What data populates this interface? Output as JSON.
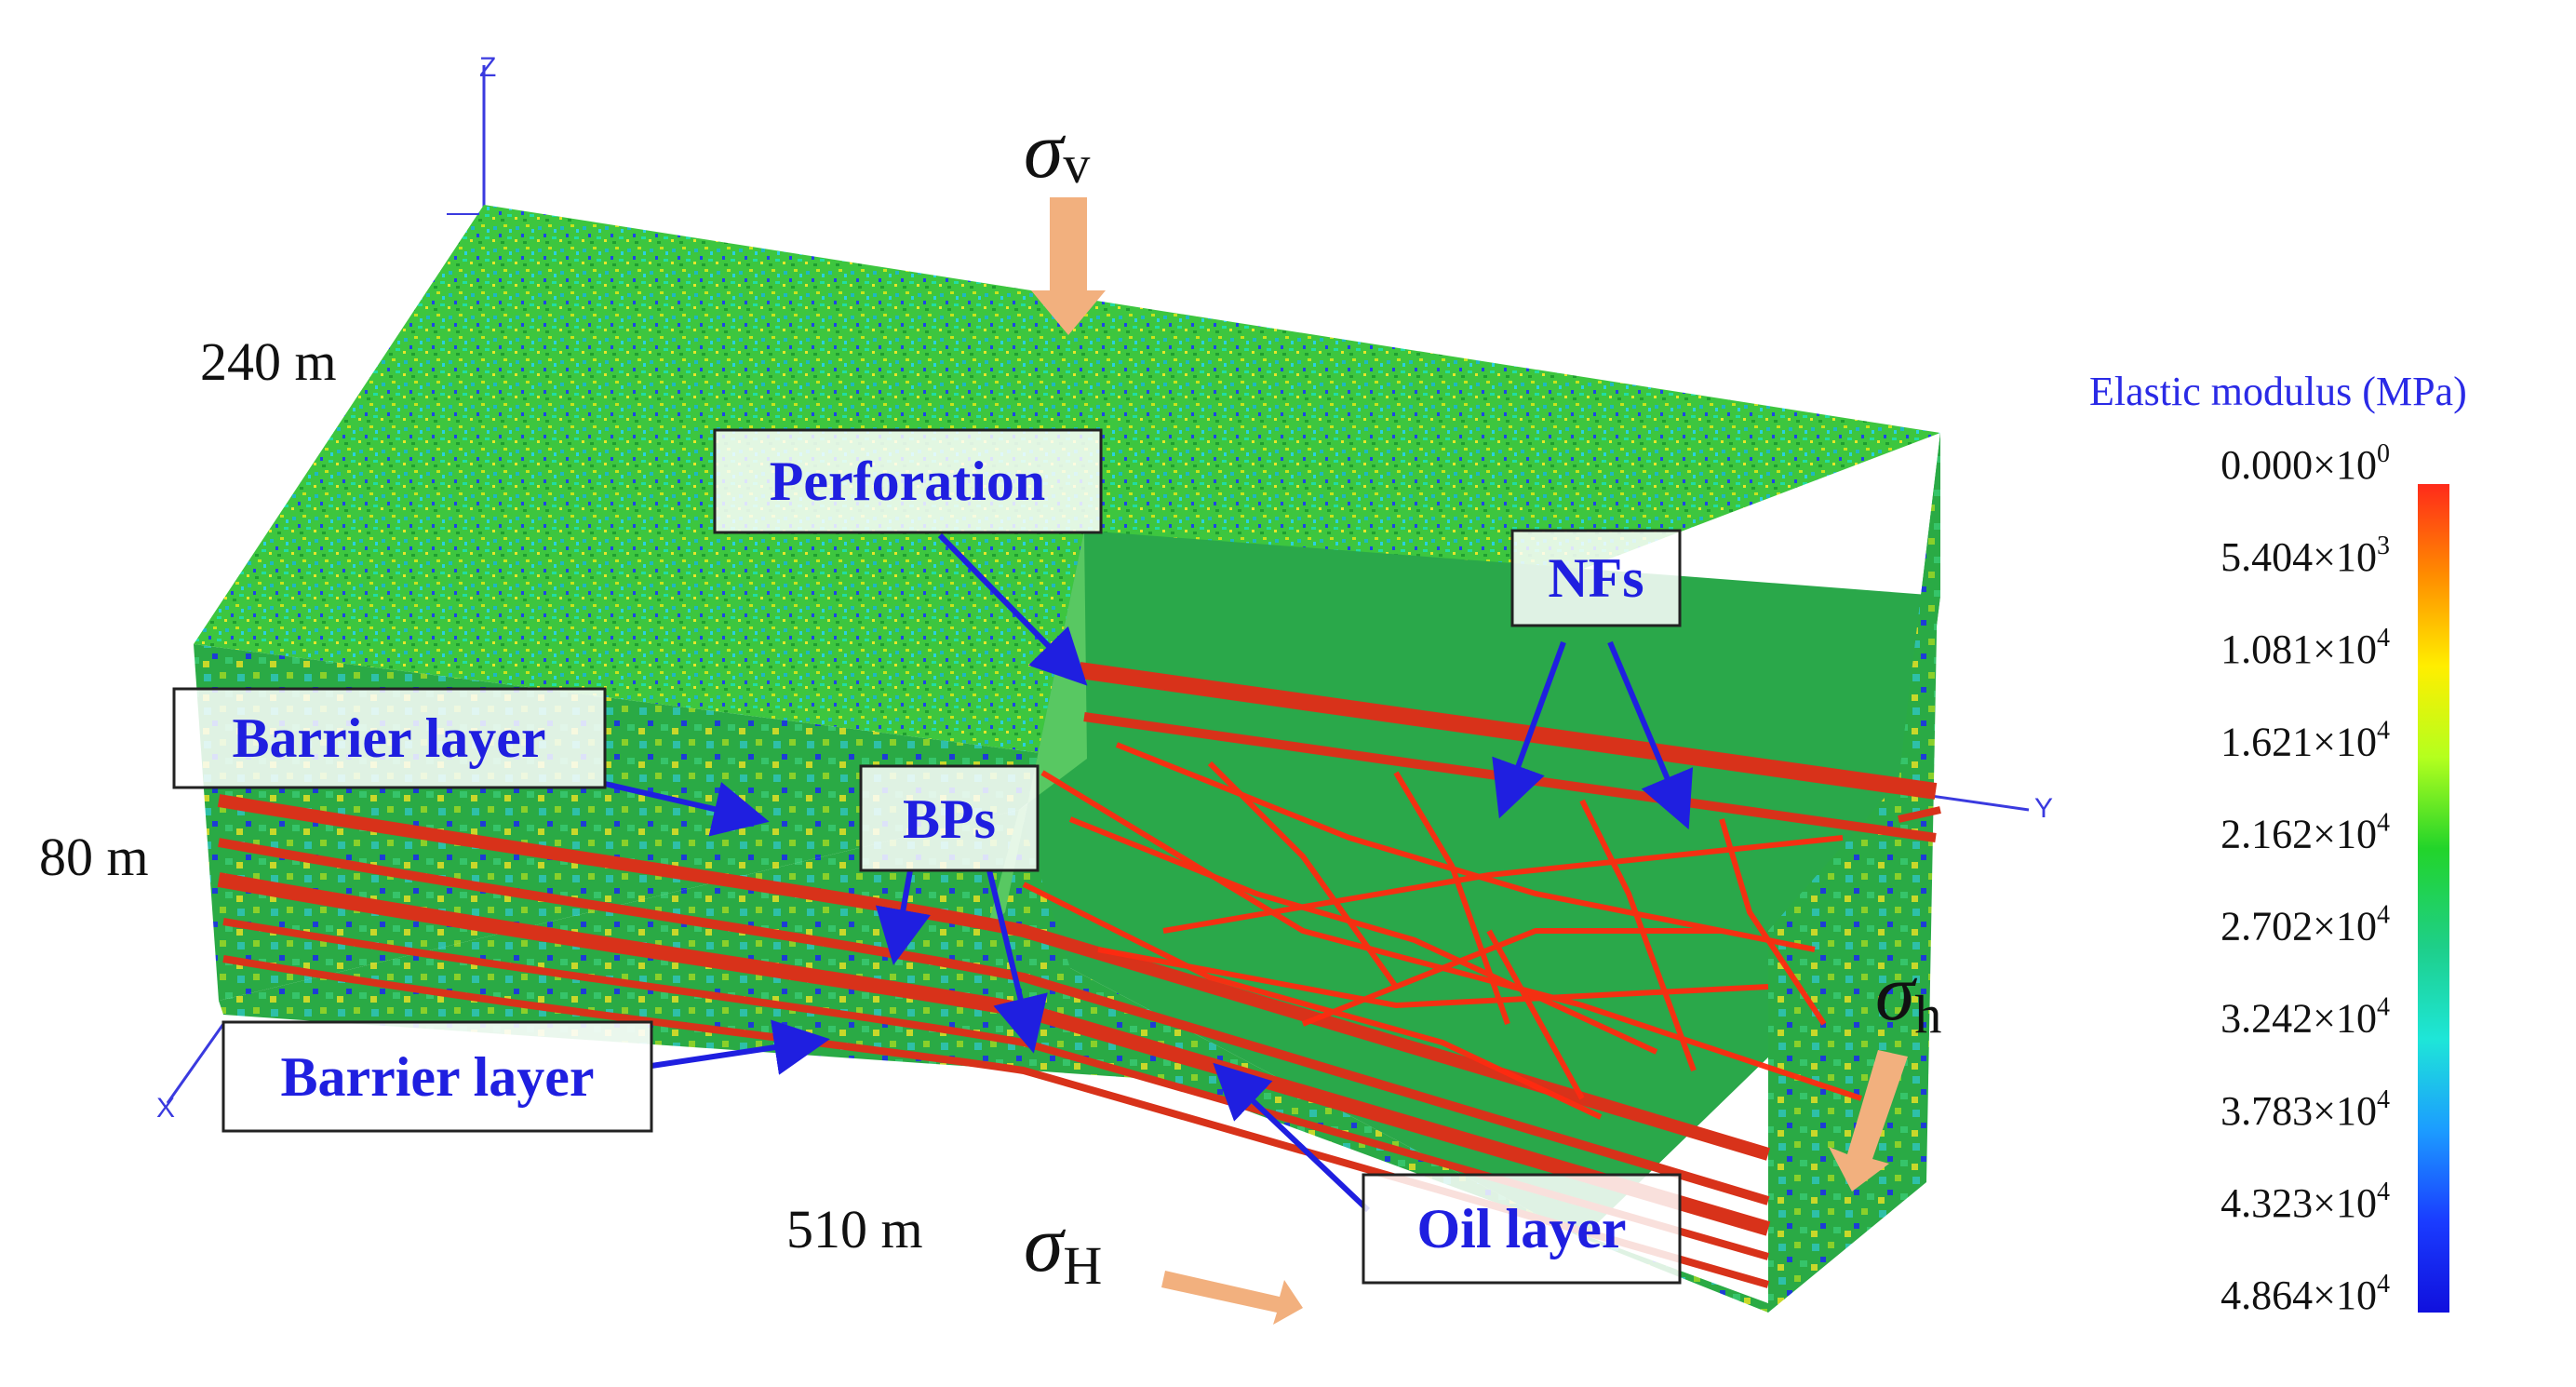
{
  "dimensions": {
    "width_label": "240 m",
    "height_label": "80 m",
    "length_label": "510 m"
  },
  "axes": {
    "x": "X",
    "y": "Y",
    "z": "Z"
  },
  "stresses": {
    "vertical": {
      "symbol": "σ",
      "subscript": "v"
    },
    "min_horizontal": {
      "symbol": "σ",
      "subscript": "h"
    },
    "max_horizontal": {
      "symbol": "σ",
      "subscript": "H"
    }
  },
  "callouts": {
    "perforation": "Perforation",
    "nfs": "NFs",
    "barrier_upper": "Barrier layer",
    "bps": "BPs",
    "barrier_lower": "Barrier layer",
    "oil_layer": "Oil layer"
  },
  "legend": {
    "title": "Elastic modulus (MPa)",
    "ticks": [
      {
        "mant": "0.000×10",
        "exp": "0"
      },
      {
        "mant": "5.404×10",
        "exp": "3"
      },
      {
        "mant": "1.081×10",
        "exp": "4"
      },
      {
        "mant": "1.621×10",
        "exp": "4"
      },
      {
        "mant": "2.162×10",
        "exp": "4"
      },
      {
        "mant": "2.702×10",
        "exp": "4"
      },
      {
        "mant": "3.242×10",
        "exp": "4"
      },
      {
        "mant": "3.783×10",
        "exp": "4"
      },
      {
        "mant": "4.323×10",
        "exp": "4"
      },
      {
        "mant": "4.864×10",
        "exp": "4"
      }
    ],
    "colors": [
      "#ff2a1a",
      "#ff8c00",
      "#ffee00",
      "#b4ff1e",
      "#22d42a",
      "#1ecf8a",
      "#1ee6d8",
      "#1c9cff",
      "#1a3cff",
      "#1010dd"
    ]
  },
  "colors": {
    "callout_text": "#1f1fe0",
    "arrow": "#1f1fe0",
    "stress_arrow": "#f2b07e",
    "rock_green": "#34c23a",
    "fracture_red": "#e63212"
  }
}
